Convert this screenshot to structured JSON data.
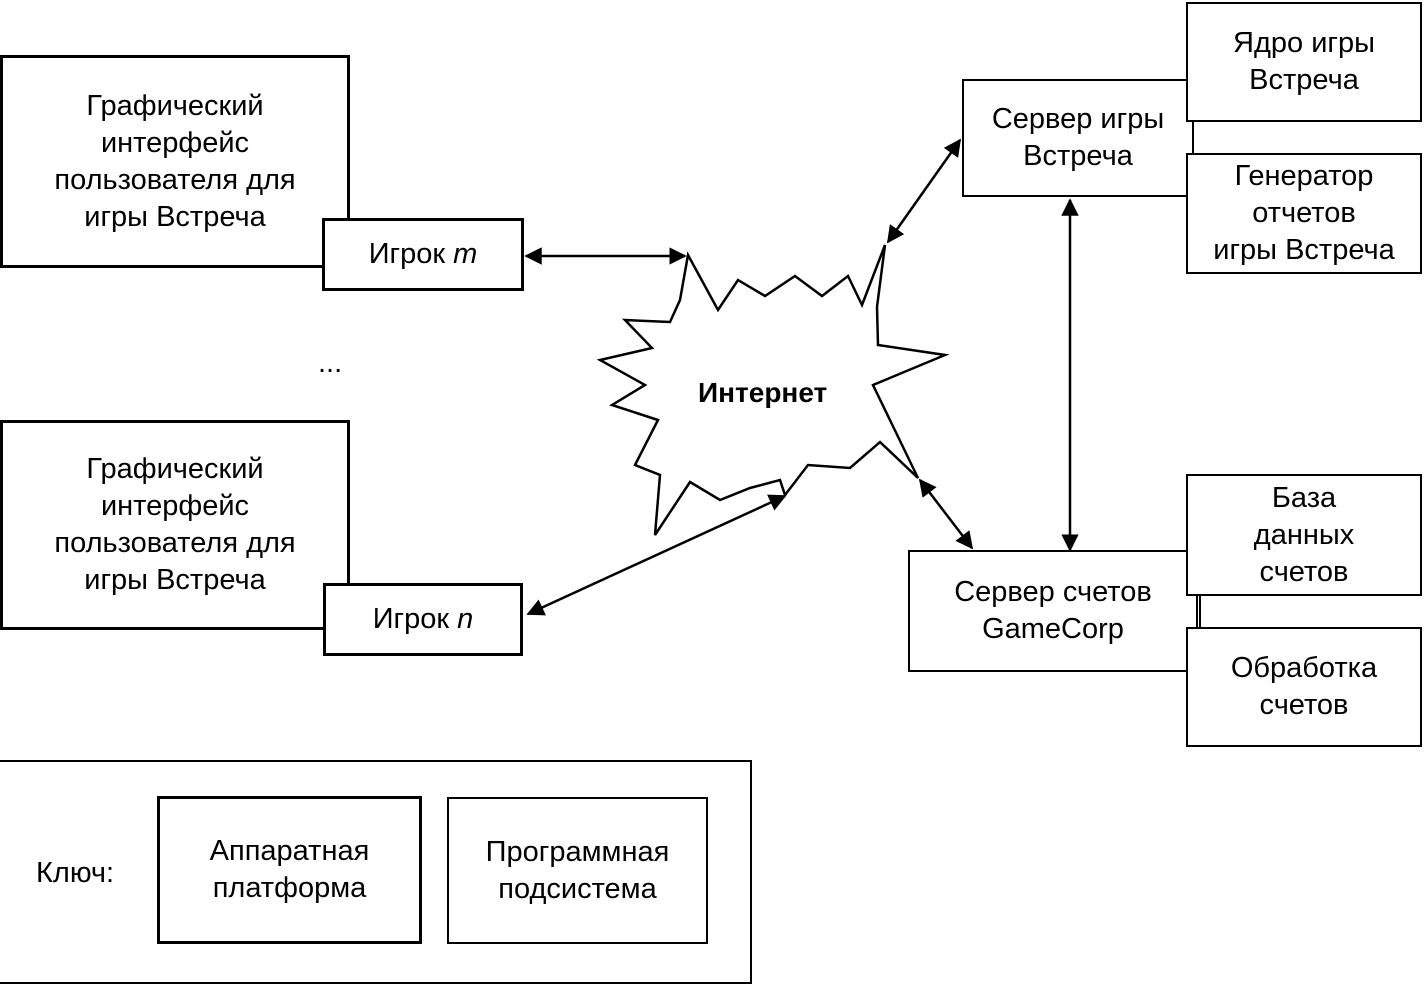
{
  "clients": [
    {
      "gui": "Графический\nинтерфейс\nпользователя для\nигры Встреча",
      "player_prefix": "Игрок ",
      "player_var": "m"
    },
    {
      "gui": "Графический\nинтерфейс\nпользователя для\nигры Встреча",
      "player_prefix": "Игрок ",
      "player_var": "n"
    }
  ],
  "ellipsis": "...",
  "internet": "Интернет",
  "game_server": "Сервер игры\nВстреча",
  "game_core": "Ядро игры\nВстреча",
  "report_generator": "Генератор\nотчетов\nигры Встреча",
  "account_server": "Сервер счетов\nGameCorp",
  "account_db": "База\nданных\nсчетов",
  "account_processing": "Обработка\nсчетов",
  "legend": {
    "key_label": "Ключ:",
    "hardware": "Аппаратная\nплатформа",
    "software": "Программная\nподсистема"
  }
}
